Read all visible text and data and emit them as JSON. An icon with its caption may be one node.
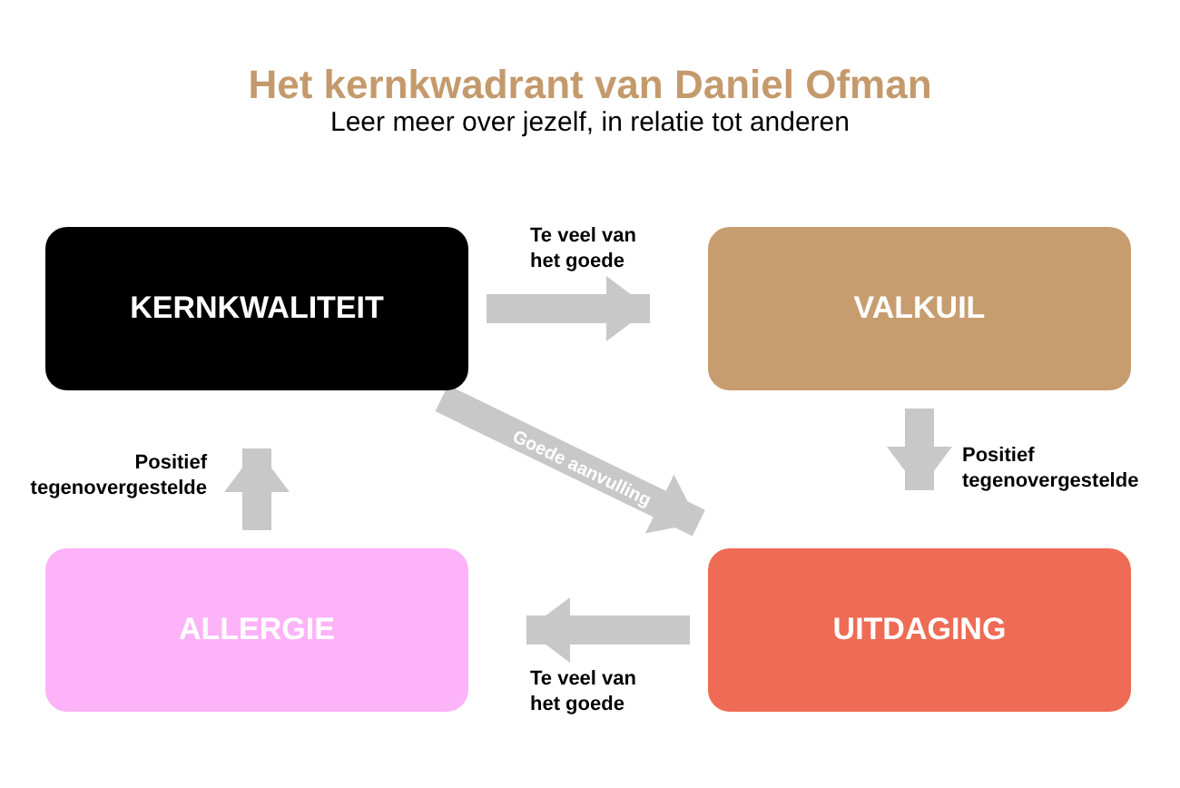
{
  "diagram": {
    "title": "Het kernkwadrant van Daniel Ofman",
    "caption": "Leer meer over jezelf, in relatie tot anderen",
    "nodes": [
      {
        "text": [
          "KERNKWALITEIT"
        ]
      },
      {
        "text": [
          "VALKUIL"
        ]
      },
      {
        "text": [
          "UITDAGING"
        ]
      },
      {
        "text": [
          "ALLERGIE"
        ]
      }
    ],
    "edges": [
      {
        "from": 0,
        "to": 1,
        "arrow": "to",
        "label": "Te veel van het goede"
      },
      {
        "from": 1,
        "to": 2,
        "arrow": "to",
        "label": "Positief tegenovergestelde"
      },
      {
        "from": 2,
        "to": 3,
        "arrow": "to",
        "label": "Te veel van het goede"
      },
      {
        "from": 3,
        "to": 0,
        "arrow": "to",
        "label": "Positief tegenovergestelde"
      },
      {
        "from": 0,
        "to": 2,
        "arrow": "to",
        "label": "Goede aanvulling"
      }
    ]
  }
}
